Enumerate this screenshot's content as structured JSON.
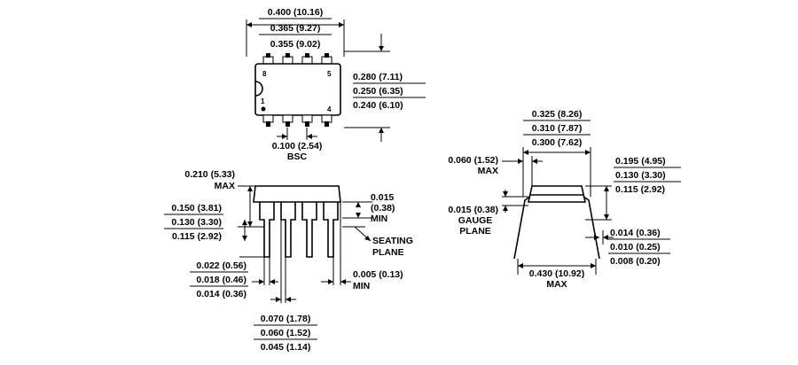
{
  "top_view": {
    "length_max": "0.400 (10.16)",
    "length_nom": "0.365 (9.27)",
    "length_min": "0.355 (9.02)",
    "width_max": "0.280 (7.11)",
    "width_nom": "0.250 (6.35)",
    "width_min": "0.240 (6.10)",
    "pin_8": "8",
    "pin_5": "5",
    "pin_1": "1",
    "pin_4": "4",
    "pitch": "0.100 (2.54)",
    "pitch_note": "BSC"
  },
  "side_view": {
    "height_max_value": "0.210 (5.33)",
    "height_max_note": "MAX",
    "lead_len_max": "0.150 (3.81)",
    "lead_len_nom": "0.130 (3.30)",
    "lead_len_min": "0.115 (2.92)",
    "standoff_value": "0.015",
    "standoff_mm": "(0.38)",
    "standoff_note": "MIN",
    "seating_label_1": "SEATING",
    "seating_label_2": "PLANE",
    "lead_w_max": "0.022 (0.56)",
    "lead_w_nom": "0.018 (0.46)",
    "lead_w_min": "0.014 (0.36)",
    "end_gap_value": "0.005 (0.13)",
    "end_gap_note": "MIN",
    "shoulder_max": "0.070 (1.78)",
    "shoulder_nom": "0.060 (1.52)",
    "shoulder_min": "0.045 (1.14)"
  },
  "end_view": {
    "row_max": "0.325 (8.26)",
    "row_nom": "0.310 (7.87)",
    "row_min": "0.300 (7.62)",
    "offset_value": "0.060 (1.52)",
    "offset_note": "MAX",
    "body_h_max": "0.195 (4.95)",
    "body_h_nom": "0.130 (3.30)",
    "body_h_min": "0.115 (2.92)",
    "gauge_value": "0.015 (0.38)",
    "gauge_label_1": "GAUGE",
    "gauge_label_2": "PLANE",
    "thick_max": "0.014 (0.36)",
    "thick_nom": "0.010 (0.25)",
    "thick_min": "0.008 (0.20)",
    "span_value": "0.430 (10.92)",
    "span_note": "MAX"
  }
}
